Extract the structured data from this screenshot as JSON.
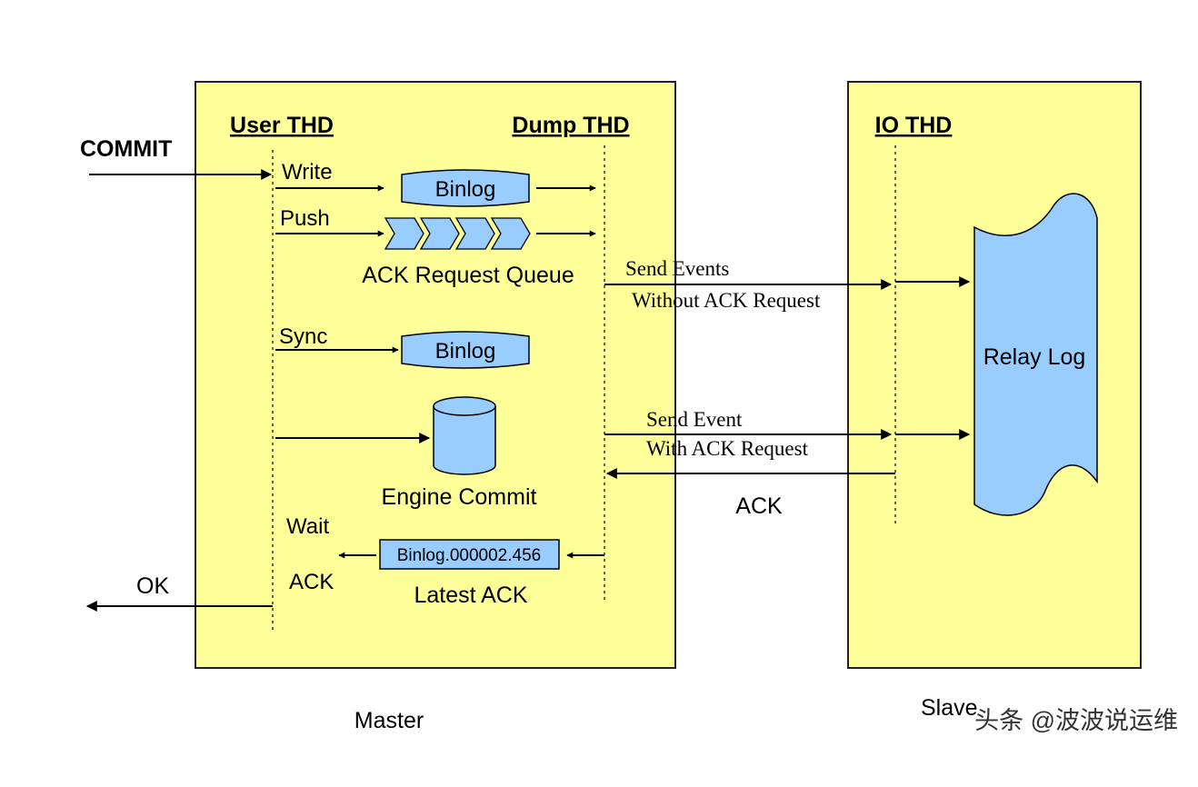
{
  "master": {
    "label": "Master",
    "user_thd": "User THD",
    "dump_thd": "Dump THD"
  },
  "slave": {
    "label": "Slave",
    "io_thd": "IO THD",
    "relay_log": "Relay Log"
  },
  "flow": {
    "commit": "COMMIT",
    "write": "Write",
    "push": "Push",
    "binlog_write": "Binlog",
    "ack_request_queue": "ACK Request Queue",
    "sync": "Sync",
    "binlog_sync": "Binlog",
    "engine_commit": "Engine Commit",
    "wait": "Wait",
    "ack_wait": "ACK",
    "latest_ack_value": "Binlog.000002.456",
    "latest_ack": "Latest ACK",
    "ok": "OK"
  },
  "messages": {
    "send_events_1": "Send Events",
    "send_events_2": "Without ACK Request",
    "send_event_1": "Send Event",
    "send_event_2": "With ACK Request",
    "ack": "ACK"
  },
  "watermark": "头条 @波波说运维",
  "colors": {
    "panel_fill": "#ffff99",
    "shape_fill": "#99ccff",
    "stroke": "#000000"
  }
}
